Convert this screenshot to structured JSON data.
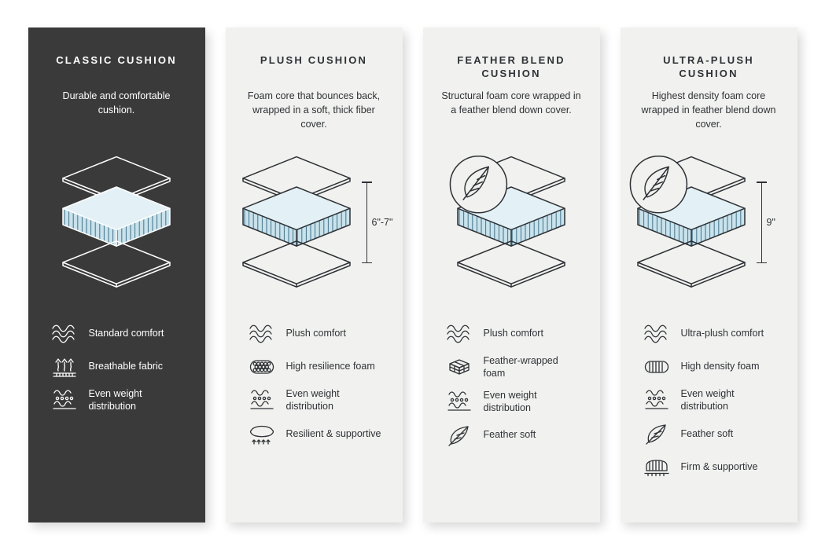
{
  "cards": [
    {
      "id": "classic-cushion",
      "theme": "dark",
      "title": "CLASSIC CUSHION",
      "description": "Durable and comfortable cushion.",
      "diagram": {
        "feather_badge": false,
        "height_label": ""
      },
      "features": [
        {
          "icon": "waves-icon",
          "label": "Standard comfort"
        },
        {
          "icon": "breathable-icon",
          "label": "Breathable fabric"
        },
        {
          "icon": "even-weight-icon",
          "label": "Even weight distribution"
        }
      ]
    },
    {
      "id": "plush-cushion",
      "theme": "light",
      "title": "PLUSH CUSHION",
      "description": "Foam core that bounces back, wrapped in a soft, thick fiber cover.",
      "diagram": {
        "feather_badge": false,
        "height_label": "6\"-7\""
      },
      "features": [
        {
          "icon": "waves-icon",
          "label": "Plush comfort"
        },
        {
          "icon": "resilience-foam-icon",
          "label": "High resilience foam"
        },
        {
          "icon": "even-weight-icon",
          "label": "Even weight distribution"
        },
        {
          "icon": "resilient-supportive-icon",
          "label": "Resilient & supportive"
        }
      ]
    },
    {
      "id": "feather-blend-cushion",
      "theme": "light",
      "title": "FEATHER BLEND CUSHION",
      "description": "Structural foam core wrapped in a feather blend down cover.",
      "diagram": {
        "feather_badge": true,
        "height_label": ""
      },
      "features": [
        {
          "icon": "waves-icon",
          "label": "Plush comfort"
        },
        {
          "icon": "feather-wrapped-icon",
          "label": "Feather-wrapped foam"
        },
        {
          "icon": "even-weight-icon",
          "label": "Even weight distribution"
        },
        {
          "icon": "feather-icon",
          "label": "Feather soft"
        }
      ]
    },
    {
      "id": "ultra-plush-cushion",
      "theme": "light",
      "title": "ULTRA-PLUSH CUSHION",
      "description": "Highest density foam core wrapped in feather blend down cover.",
      "diagram": {
        "feather_badge": true,
        "height_label": "9\""
      },
      "features": [
        {
          "icon": "waves-icon",
          "label": "Ultra-plush comfort"
        },
        {
          "icon": "density-foam-icon",
          "label": "High density foam"
        },
        {
          "icon": "even-weight-icon",
          "label": "Even weight distribution"
        },
        {
          "icon": "feather-icon",
          "label": "Feather soft"
        },
        {
          "icon": "firm-supportive-icon",
          "label": "Firm & supportive"
        }
      ]
    }
  ],
  "colors": {
    "dark_card_bg": "#3a3a3a",
    "light_card_bg": "#f1f1ef",
    "foam_side": "#c9e2ec",
    "foam_top": "#e3f1f6",
    "line_dark": "#2e3236",
    "line_light": "#ffffff"
  }
}
